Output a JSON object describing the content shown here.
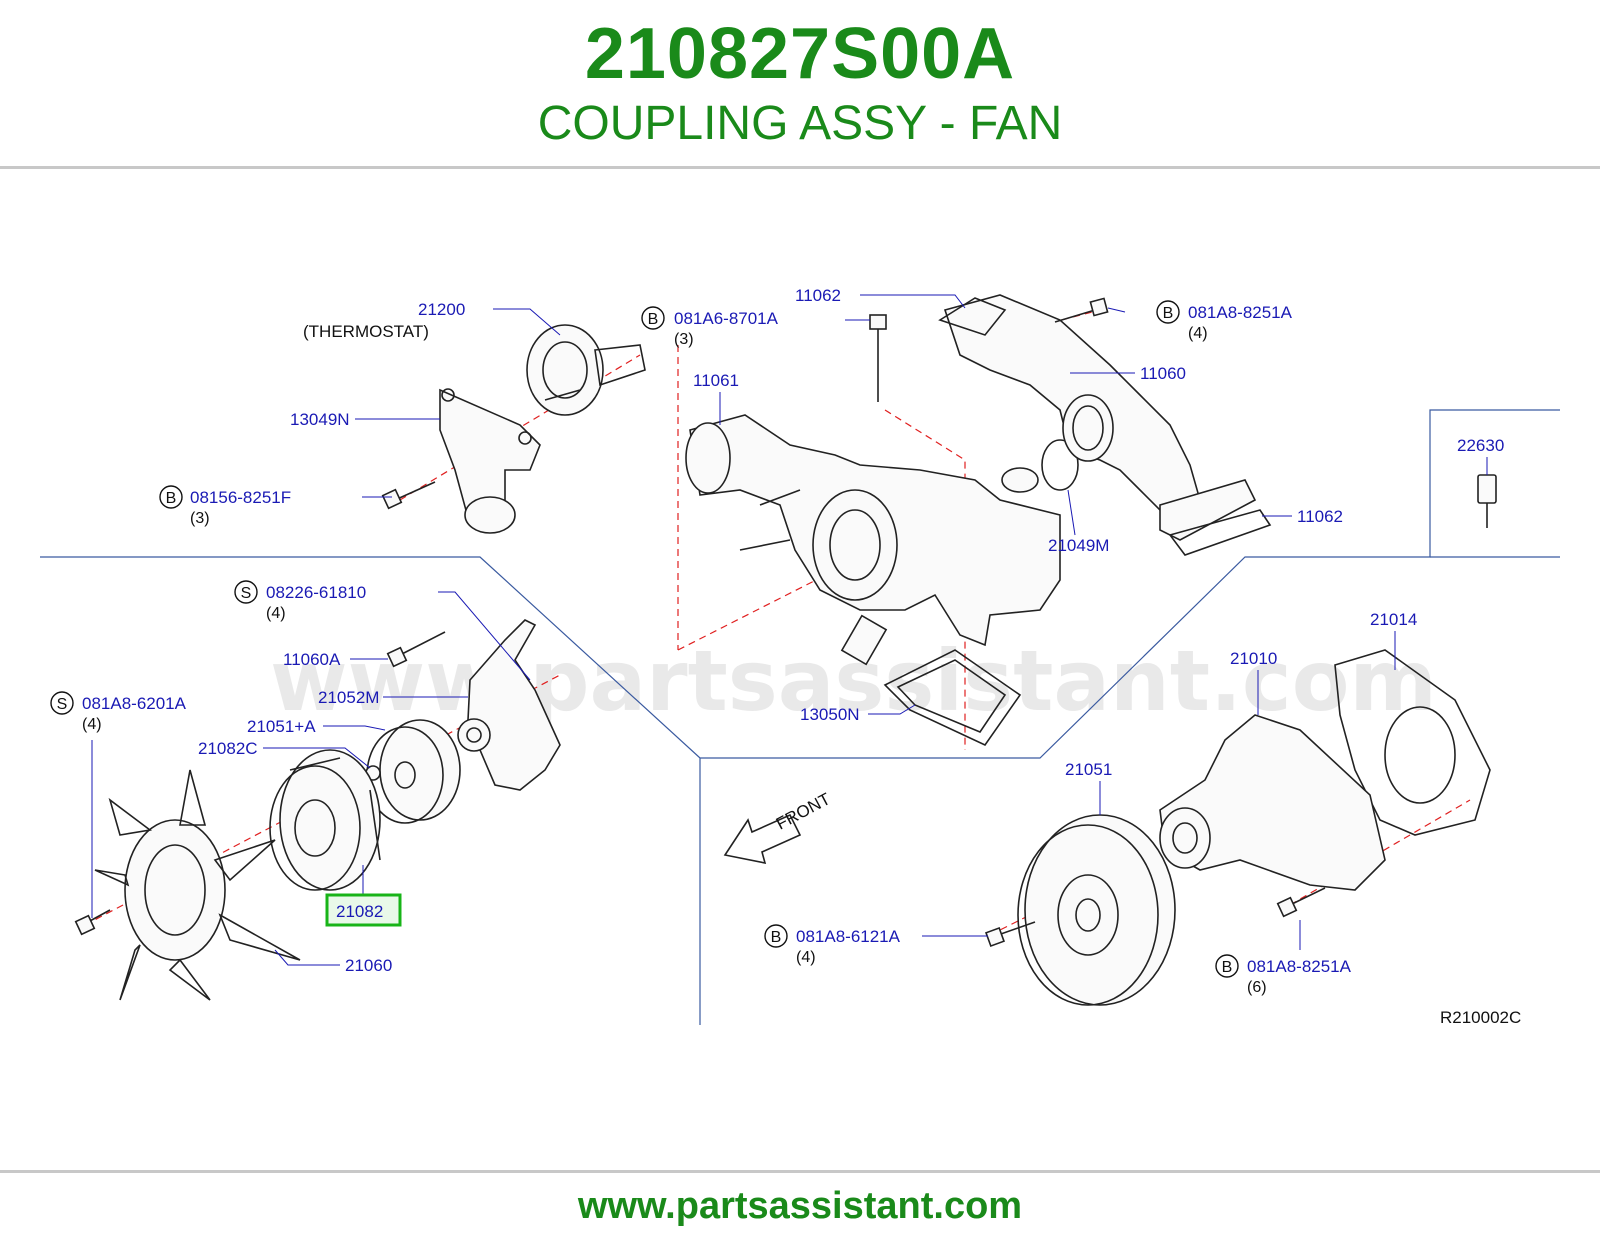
{
  "header": {
    "part_number": "210827S00A",
    "part_name": "COUPLING ASSY - FAN"
  },
  "watermark": "www.partsassistant.com",
  "footer": {
    "url": "www.partsassistant.com"
  },
  "diagram_code": "R210002C",
  "front_label": "FRONT",
  "highlight_color": "#18b418",
  "title_color": "#1a8a1a",
  "callouts": {
    "thermostat": {
      "number": "21200",
      "note": "(THERMOSTAT)"
    },
    "housing_13049n": {
      "number": "13049N"
    },
    "bolt_08156": {
      "prefix": "B",
      "number": "08156-8251F",
      "qty": "(3)"
    },
    "bolt_081a6_8701a": {
      "prefix": "B",
      "number": "081A6-8701A",
      "qty": "(3)"
    },
    "gasket_11062_top": {
      "number": "11062"
    },
    "bolt_081a8_8251a_top": {
      "prefix": "B",
      "number": "081A8-8251A",
      "qty": "(4)"
    },
    "outlet_11061": {
      "number": "11061"
    },
    "pipe_11060": {
      "number": "11060"
    },
    "sensor_22630": {
      "number": "22630"
    },
    "gasket_11062_bottom": {
      "number": "11062"
    },
    "oring_21049m": {
      "number": "21049M"
    },
    "gasket_13050n": {
      "number": "13050N"
    },
    "stud_08226": {
      "prefix": "S",
      "number": "08226-61810",
      "qty": "(4)"
    },
    "bolt_11060a": {
      "number": "11060A"
    },
    "bracket_21052m": {
      "number": "21052M"
    },
    "pulley_21051a": {
      "number": "21051+A"
    },
    "nut_21082c": {
      "number": "21082C"
    },
    "stud_081a8_6201a": {
      "prefix": "S",
      "number": "081A8-6201A",
      "qty": "(4)"
    },
    "coupling_21082": {
      "number": "21082"
    },
    "fan_21060": {
      "number": "21060"
    },
    "gasket_21014": {
      "number": "21014"
    },
    "pump_21010": {
      "number": "21010"
    },
    "pulley_21051": {
      "number": "21051"
    },
    "bolt_081a8_6121a": {
      "prefix": "B",
      "number": "081A8-6121A",
      "qty": "(4)"
    },
    "bolt_081a8_8251a_bottom": {
      "prefix": "B",
      "number": "081A8-8251A",
      "qty": "(6)"
    }
  }
}
